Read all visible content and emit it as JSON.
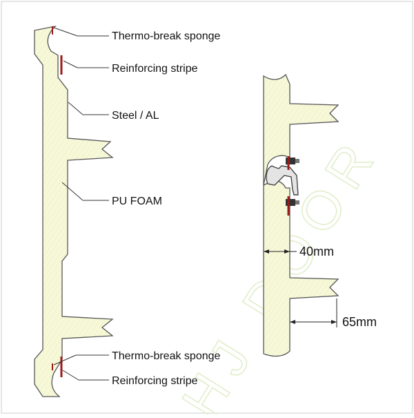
{
  "watermark": {
    "text": "HJ DOOR",
    "color": "#e1eecb"
  },
  "colors": {
    "panel_fill": "#f6f8d8",
    "outline": "#555555",
    "stripe": "#9c1a1a",
    "bolt": "#333333"
  },
  "labels": {
    "thermo_break_top": "Thermo-break sponge",
    "reinforcing_top": "Reinforcing stripe",
    "steel_al": "Steel / AL",
    "pu_foam": "PU FOAM",
    "thermo_break_bottom": "Thermo-break sponge",
    "reinforcing_bottom": "Reinforcing stripe"
  },
  "dimensions": {
    "thickness": "40mm",
    "rib_depth": "65mm"
  }
}
